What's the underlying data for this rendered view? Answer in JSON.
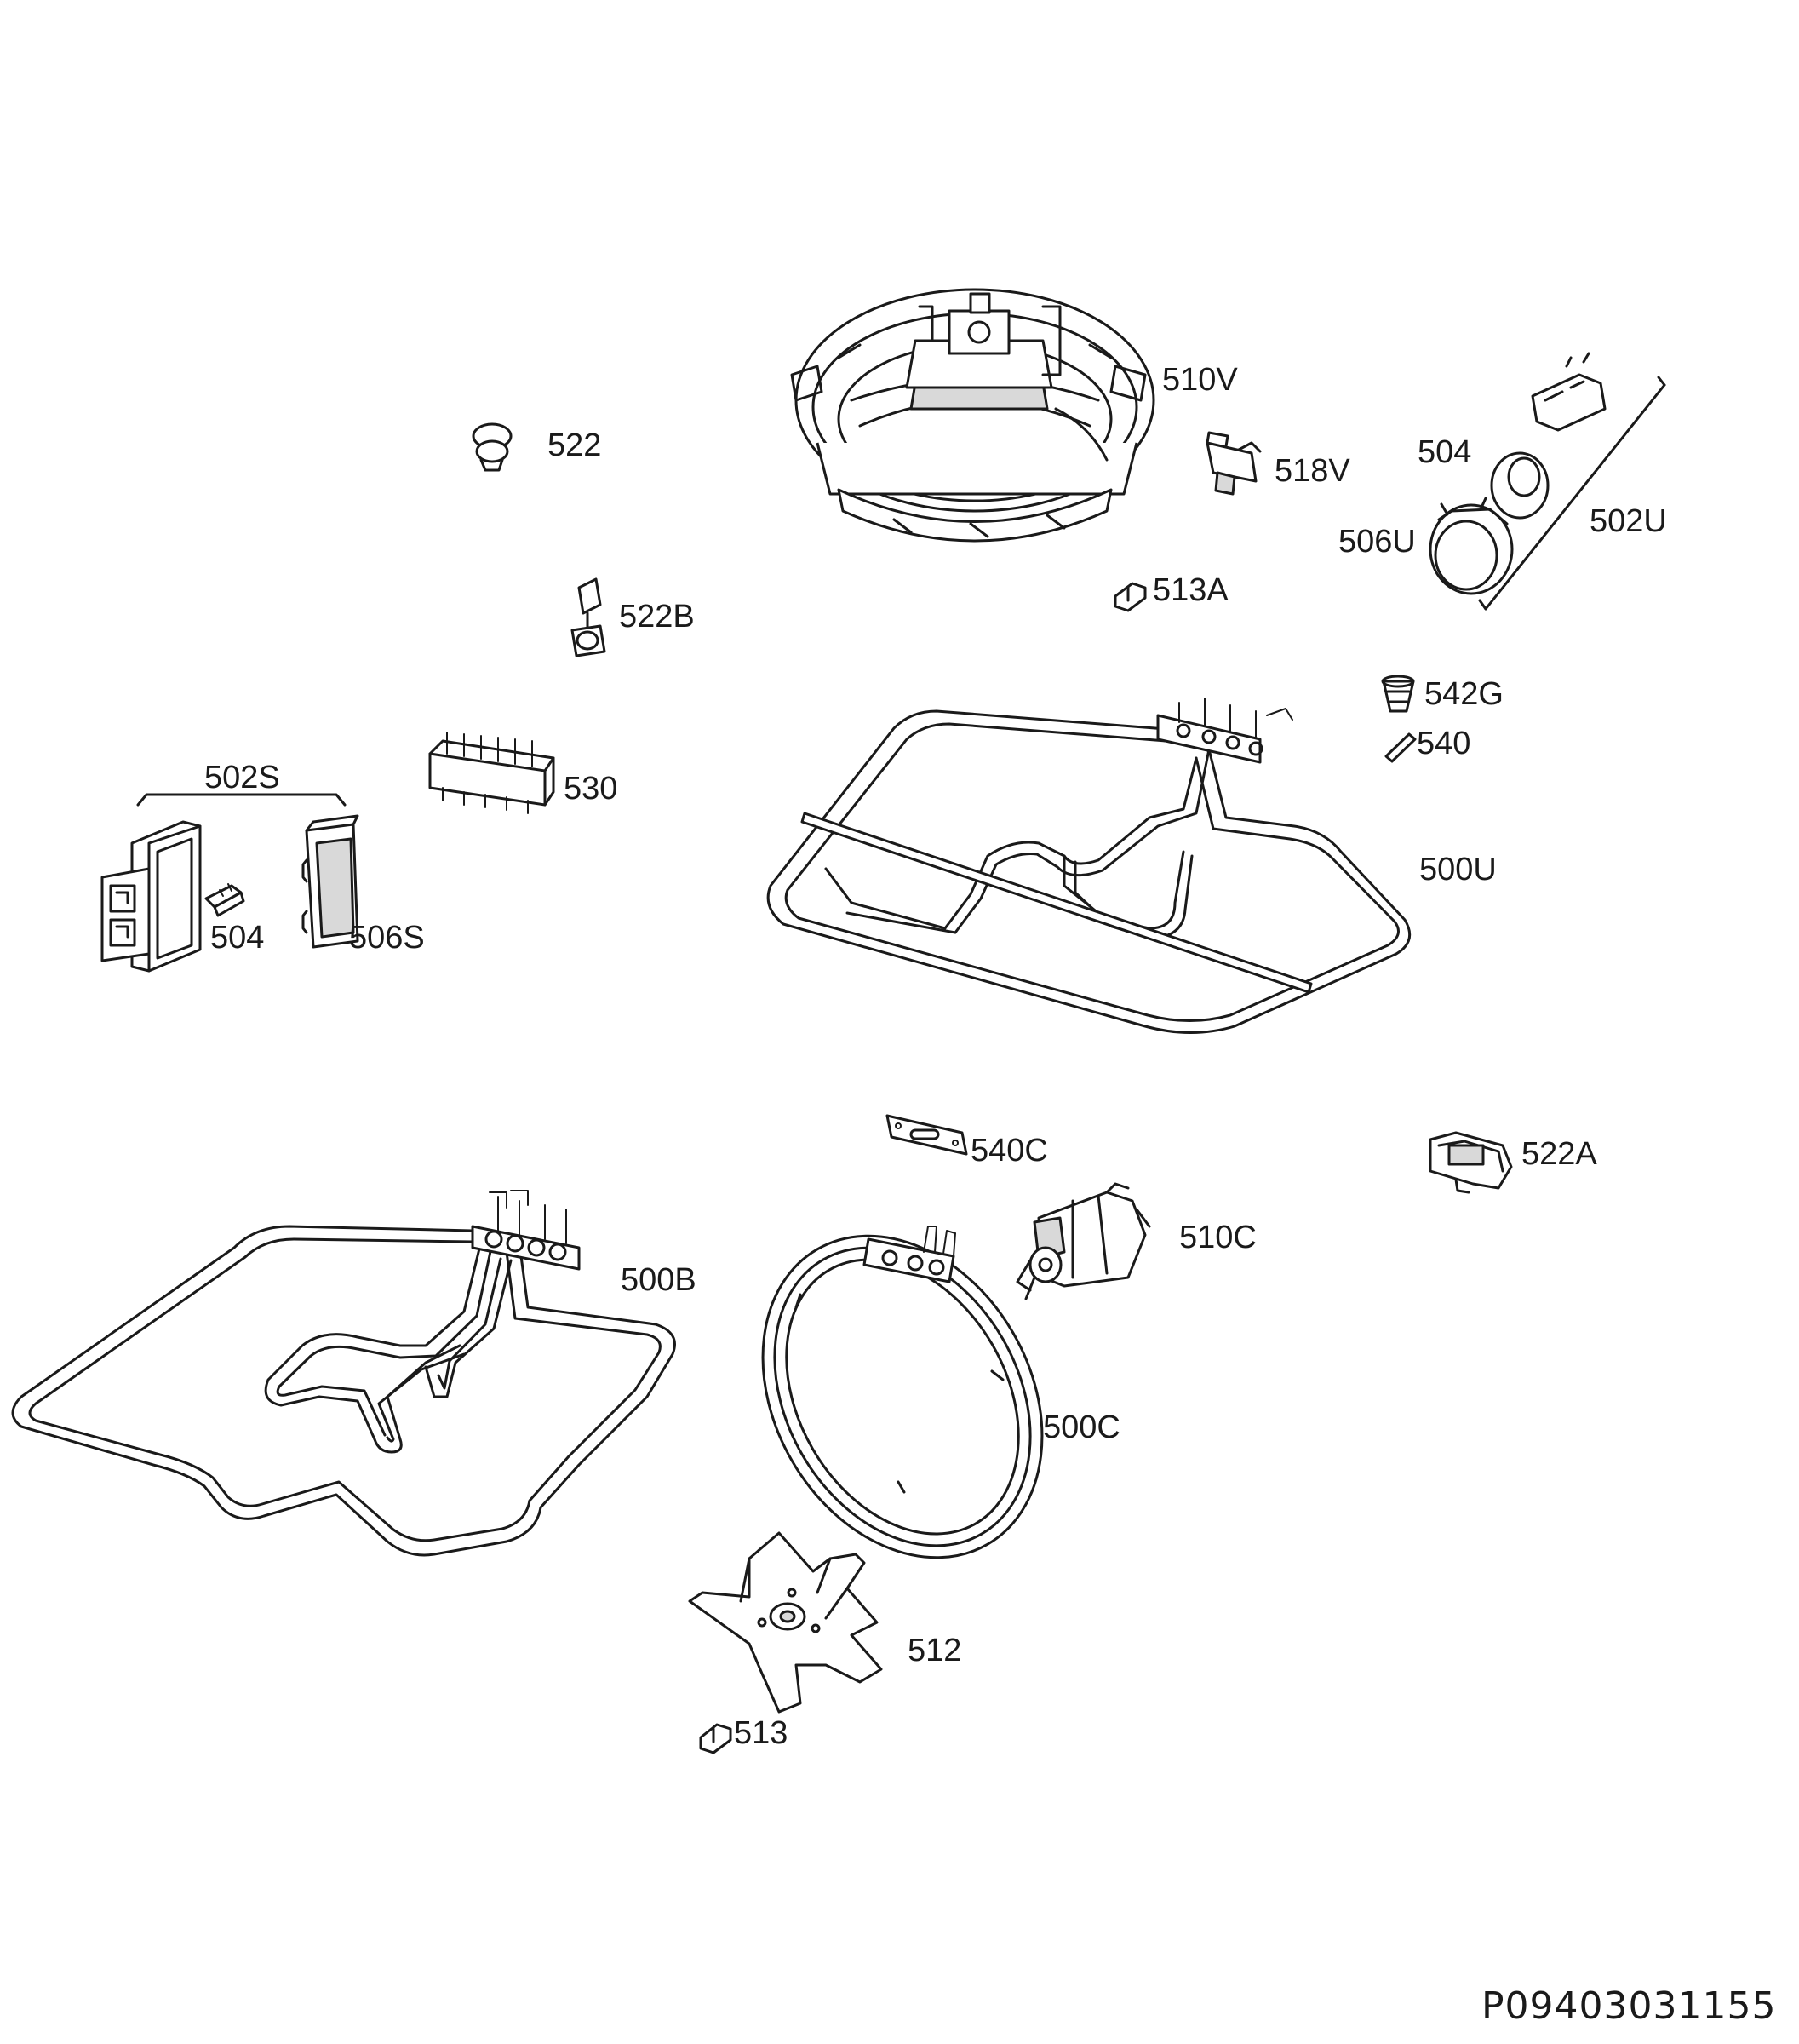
{
  "diagram": {
    "drawing_code": "P09403031155",
    "parts": [
      {
        "id": "p510V",
        "icon": "convection-fan-motor-assembly",
        "label": "510V"
      },
      {
        "id": "p522",
        "icon": "clip",
        "label": "522"
      },
      {
        "id": "p518V",
        "icon": "bracket",
        "label": "518V"
      },
      {
        "id": "p504a",
        "icon": "lamp-bulb",
        "label": "504"
      },
      {
        "id": "p502U",
        "icon": "lamp-assembly-bracket",
        "label": "502U"
      },
      {
        "id": "p506U",
        "icon": "lamp-cover-round",
        "label": "506U"
      },
      {
        "id": "p513A",
        "icon": "nut",
        "label": "513A"
      },
      {
        "id": "p522B",
        "icon": "thermal-cutout",
        "label": "522B"
      },
      {
        "id": "p542G",
        "icon": "grommet",
        "label": "542G"
      },
      {
        "id": "p540",
        "icon": "pin",
        "label": "540"
      },
      {
        "id": "p502S",
        "icon": "side-lamp-assembly-bracket",
        "label": "502S"
      },
      {
        "id": "p530",
        "icon": "terminal-block",
        "label": "530"
      },
      {
        "id": "p500U",
        "icon": "top-heating-element",
        "label": "500U"
      },
      {
        "id": "p504b",
        "icon": "lamp-bulb-small",
        "label": "504"
      },
      {
        "id": "p506S",
        "icon": "lamp-cover-square",
        "label": "506S"
      },
      {
        "id": "p540C",
        "icon": "gasket",
        "label": "540C"
      },
      {
        "id": "p522A",
        "icon": "thermostat",
        "label": "522A"
      },
      {
        "id": "p510C",
        "icon": "fan-motor",
        "label": "510C"
      },
      {
        "id": "p500B",
        "icon": "bottom-heating-element",
        "label": "500B"
      },
      {
        "id": "p500C",
        "icon": "circular-heating-element",
        "label": "500C"
      },
      {
        "id": "p512",
        "icon": "fan-blade",
        "label": "512"
      },
      {
        "id": "p513",
        "icon": "nut-small",
        "label": "513"
      }
    ]
  }
}
